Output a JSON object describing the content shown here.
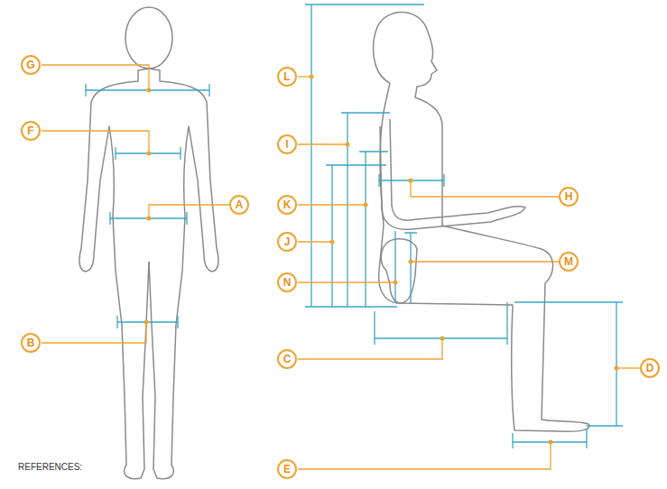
{
  "diagram": {
    "nodes": [
      {
        "text": [
          "G"
        ]
      },
      {
        "text": [
          "L"
        ]
      },
      {
        "text": [
          "F"
        ]
      },
      {
        "text": [
          "I"
        ]
      },
      {
        "text": [
          "H"
        ]
      },
      {
        "text": [
          "A"
        ]
      },
      {
        "text": [
          "K"
        ]
      },
      {
        "text": [
          "J"
        ]
      },
      {
        "text": [
          "M"
        ]
      },
      {
        "text": [
          "N"
        ]
      },
      {
        "text": [
          "B"
        ]
      },
      {
        "text": [
          "C"
        ]
      },
      {
        "text": [
          "D"
        ]
      },
      {
        "text": [
          "E"
        ]
      }
    ],
    "labels": [
      "REFERENCES:"
    ]
  }
}
